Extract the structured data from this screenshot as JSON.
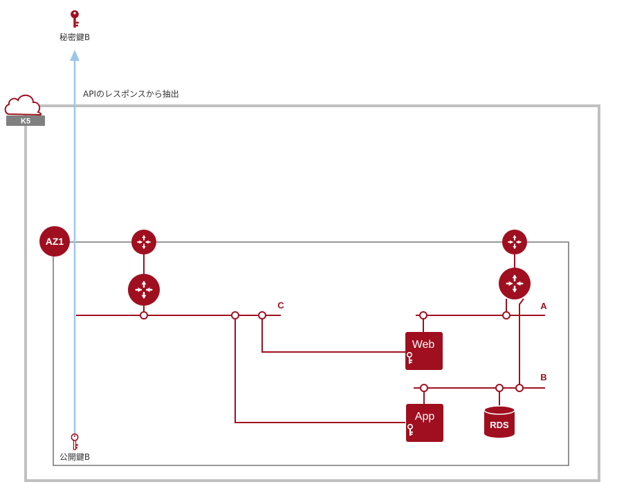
{
  "cloud": {
    "name": "K5"
  },
  "availability_zone": {
    "name": "AZ1"
  },
  "keys": {
    "private": "秘密鍵B",
    "public": "公開鍵B"
  },
  "flow_label": "APIのレスポンスから抽出",
  "networks": {
    "a": "A",
    "b": "B",
    "c": "C"
  },
  "servers": {
    "web": "Web",
    "app": "App"
  },
  "database": {
    "name": "RDS"
  },
  "colors": {
    "accent": "#a00f1f",
    "border": "#c0c0c0",
    "az_border": "#777777",
    "arrow": "#9cc7ec"
  },
  "icons": [
    "key-icon",
    "cloud-icon",
    "router-icon",
    "database-icon"
  ]
}
